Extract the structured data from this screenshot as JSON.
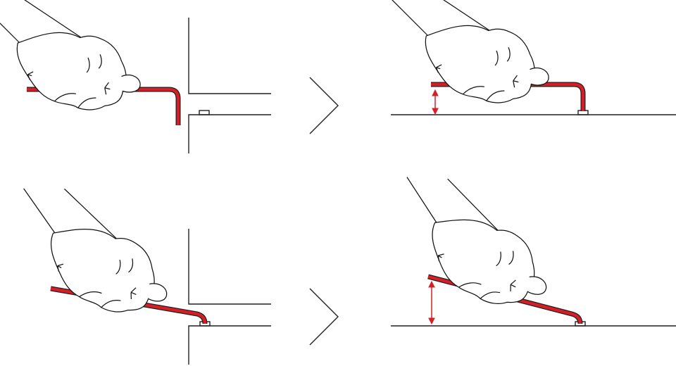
{
  "colors": {
    "line": "#231f20",
    "key_red": "#d51f26",
    "arrow_red": "#d51f26",
    "background": "#ffffff"
  },
  "panels": [
    {
      "id": "top-left",
      "description_icon": "hand-turning-hex-key-in-recess"
    },
    {
      "id": "top-right",
      "description_icon": "hand-turning-hex-key-small-lift"
    },
    {
      "id": "bottom-left",
      "description_icon": "hand-turning-tilted-hex-key-in-recess"
    },
    {
      "id": "bottom-right",
      "description_icon": "hand-turning-tilted-hex-key-large-lift"
    }
  ]
}
